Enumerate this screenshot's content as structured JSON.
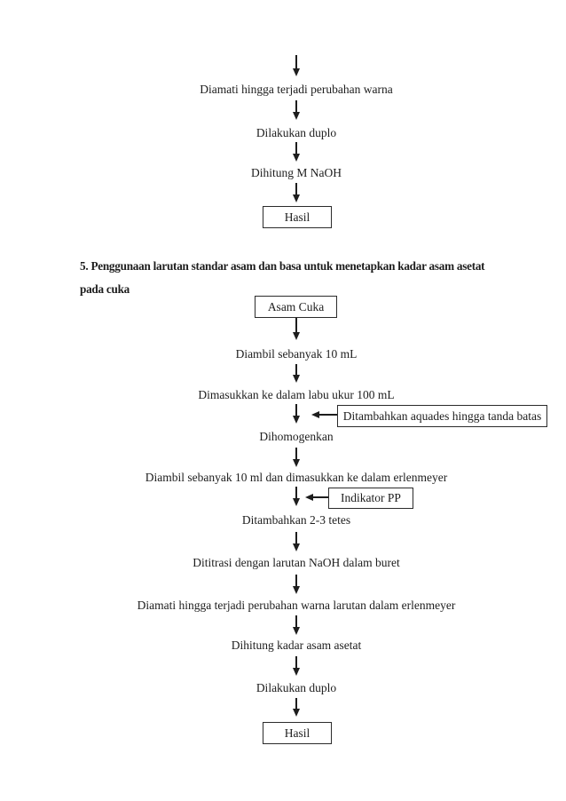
{
  "colors": {
    "ink": "#1d1d1d",
    "paper": "#ffffff"
  },
  "top_flow": {
    "steps": [
      "Diamati hingga terjadi perubahan warna",
      "Dilakukan duplo",
      "Dihitung M NaOH"
    ],
    "result": "Hasil"
  },
  "section5": {
    "heading_lines": [
      "5. Penggunaan larutan standar asam dan basa untuk menetapkan kadar asam asetat",
      "pada cuka"
    ],
    "start": "Asam Cuka",
    "steps": [
      "Diambil sebanyak 10 mL",
      "Dimasukkan ke dalam labu ukur 100 mL",
      "Dihomogenkan",
      "Diambil sebanyak 10 ml dan dimasukkan ke dalam erlenmeyer",
      "Ditambahkan 2-3 tetes",
      "Dititrasi dengan larutan NaOH dalam buret",
      "Diamati hingga terjadi perubahan warna larutan dalam erlenmeyer",
      "Dihitung kadar asam asetat",
      "Dilakukan duplo"
    ],
    "side_inputs": [
      "Ditambahkan aquades hingga tanda batas",
      "Indikator PP"
    ],
    "result": "Hasil"
  }
}
